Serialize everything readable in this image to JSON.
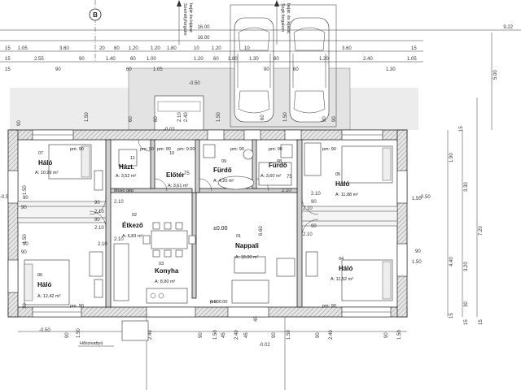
{
  "grid_marker": "B",
  "street_labels": {
    "left": [
      "Személyforgalm",
      "bejár és kijárat"
    ],
    "right": [
      "Szgk forgalom",
      "bejár. és kijárat"
    ]
  },
  "top_dims": {
    "total_top": "16.00",
    "total_second": "16.00",
    "right_total": "9.22",
    "row3": [
      "3.60",
      "20",
      "1.20",
      "1.80",
      "10",
      "1.20",
      "10",
      "3.60",
      "15"
    ],
    "row3_small": [
      "1.05",
      "60",
      "1.20"
    ],
    "row4": [
      "2.55",
      "90",
      "1.40",
      "60",
      "1.00",
      "1.20",
      "60",
      "1.80",
      "1.30",
      "60",
      "1.20",
      "2.40",
      "1.05"
    ],
    "row4_small": [
      "90",
      "60",
      "1.05",
      "90",
      "60",
      "1.30"
    ],
    "left_small": [
      "15",
      "15",
      "15"
    ]
  },
  "levels": {
    "terrace_top": "-0.50",
    "entry_top": "-0.02",
    "left": "-0.50",
    "right": "-0.50",
    "bottom_left": "-0.50",
    "bottom_door": "-0.02",
    "zero": "±0.00",
    "zero_small": "0.00"
  },
  "rooms": [
    {
      "num": "07",
      "name": "Háló",
      "area": "A: 10,99 m²"
    },
    {
      "num": "11",
      "name": "Házt.",
      "area": "A: 3,52 m²"
    },
    {
      "num": "10",
      "name": "Előtér",
      "area": "A: 3,61 m²"
    },
    {
      "num": "09",
      "name": "Fürdő",
      "area": "A: 4,20 m²"
    },
    {
      "num": "08",
      "name": "Fürdő",
      "area": "A: 3,60 m²"
    },
    {
      "num": "05",
      "name": "Háló",
      "area": "A: 11,88 m²"
    },
    {
      "num": "02",
      "name": "Étkező",
      "area": "A: 6,83 m²"
    },
    {
      "num": "03",
      "name": "Konyha",
      "area": "A: 8,90 m²"
    },
    {
      "num": "01",
      "name": "Nappali",
      "area": "A: 18,00 m²"
    },
    {
      "num": "04",
      "name": "Háló",
      "area": "A: 11,52 m²"
    },
    {
      "num": "06",
      "name": "Háló",
      "area": "A: 12,42 m²"
    }
  ],
  "pm_labels": [
    "pm: 90",
    "pm: 90",
    "pm: 90",
    "pm: 0.00",
    "pm: 90",
    "pm: 90",
    "pm: 90",
    "pm: 90",
    "pm: 0.00",
    "pm: 90"
  ],
  "door_dims": [
    "2.10",
    "2.10",
    "2.10",
    "2.10",
    "2.10",
    "2.10",
    "2.10",
    "2.10",
    "75",
    "75",
    "90",
    "90",
    "90",
    "90",
    "90",
    "90"
  ],
  "top_wall_dims": [
    "90",
    "1.50",
    "2.40",
    "60",
    "1.50",
    "60",
    "1.50",
    "90",
    "2.10",
    "60",
    "90"
  ],
  "right_dims": [
    "15",
    "1.90",
    "3.30",
    "1.50",
    "7.20",
    "4.40",
    "3.20",
    "1.50",
    "90",
    "30",
    "15",
    "15",
    "15",
    "5.00"
  ],
  "left_dims": [
    "1.50",
    "90",
    "1.50",
    "90",
    "30"
  ],
  "bottom_dims": [
    "90",
    "1.50",
    "90",
    "2.40",
    "90",
    "1.50",
    "45",
    "2.40",
    "45",
    "90",
    "1.50",
    "90",
    "2.40",
    "90",
    "1.50"
  ],
  "interior_dims": [
    "6.60",
    "45",
    "2.10"
  ],
  "misc_labels": {
    "hoszivattyu": "Hőszivattyú",
    "mosogep": "Mosó gép"
  }
}
